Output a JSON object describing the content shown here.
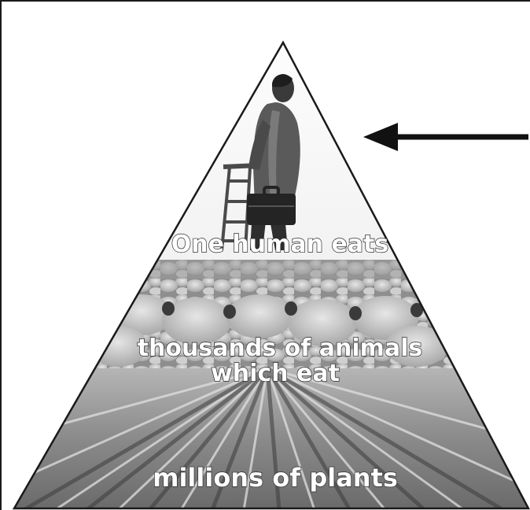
{
  "pyramid": {
    "tiers": [
      {
        "id": "top",
        "label": "One human eats",
        "image": "man-standing-on-ladder-photo"
      },
      {
        "id": "middle",
        "label_lines": [
          "thousands of animals",
          "which eat"
        ],
        "image": "flock-of-sheep-photo"
      },
      {
        "id": "bottom",
        "label": "millions of plants",
        "image": "crop-field-rows-photo"
      }
    ],
    "pointer": {
      "icon": "arrow-left-icon",
      "target": "top"
    }
  },
  "colors": {
    "outline": "#1a1a1a",
    "label_fill": "#ffffff",
    "label_stroke": "#2a2a2a"
  }
}
